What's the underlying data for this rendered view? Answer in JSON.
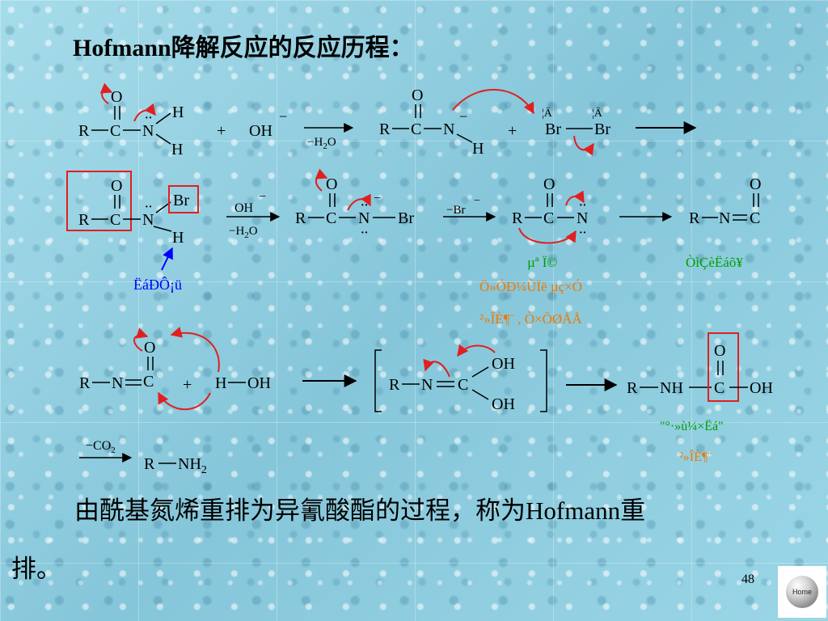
{
  "title": "Hofmann降解反应的反应历程：",
  "atoms": {
    "O": "O",
    "R": "R",
    "C": "C",
    "N": "N",
    "H": "H",
    "Br": "Br",
    "NH": "NH",
    "CO2": "CO2"
  },
  "reagents": {
    "hydroxide": "OH",
    "minus_water": "H2O",
    "minus_bromide": "Br",
    "minus_co2": "CO2",
    "water_h": "H",
    "water_oh": "OH"
  },
  "annotations": {
    "ann_top_br1": "¦Ä",
    "ann_top_br2": "¦Ä",
    "ann_acidic_h": "ËáÐÔ¡ü",
    "ann_nitrene": "µª  Ï©",
    "ann_isocyanate": "ÒìÇèËáõ¥",
    "ann_rearr1": "Ö»ÓÐ¼ÙÏë µç×Ó",
    "ann_rearr2": "²»ÎÈ¶¨ , Ò×ÖØÅÅ",
    "ann_carbamic1": "\"°·»ù¼×Ëá\"",
    "ann_carbamic2": "²»ÎÈ¶¨"
  },
  "final_product": "R—NH2",
  "bottom_text_line1": "由酰基氮烯重排为异氰酸酯的过程，称为Hofmann重",
  "bottom_text_line2": "排。",
  "page_number": "48",
  "home_label": "Home",
  "colors": {
    "arrow_red": "#e02020",
    "box_red": "#e02020",
    "green": "#00a000",
    "orange": "#f07800",
    "blue": "#0000ff"
  }
}
